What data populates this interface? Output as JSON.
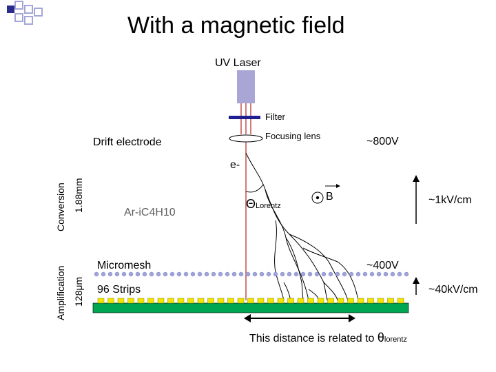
{
  "title": "With a magnetic field",
  "labels": {
    "uv_laser": "UV Laser",
    "filter": "Filter",
    "focusing_lens": "Focusing lens",
    "drift_electrode": "Drift electrode",
    "voltage_drift": "~800V",
    "electron": "e-",
    "b_field": "B",
    "theta_symbol": "Θ",
    "theta_subscript": "Lorentz",
    "field_drift": "~1kV/cm",
    "gas": "Ar-iC4H10",
    "micromesh": "Micromesh",
    "voltage_mesh": "~400V",
    "strips": "96 Strips",
    "field_amp": "~40kV/cm",
    "conversion": "Conversion",
    "conversion_gap": "1.88mm",
    "amplification": "Amplification",
    "amplification_gap": "128μm",
    "distance_note": "This distance is related to ",
    "distance_theta": "θ",
    "distance_sub": "lorentz"
  },
  "colors": {
    "laser_block": "#a9a6d6",
    "laser_beam": "#c0504d",
    "filter_bar": "#1f1f8f",
    "mesh_dots": "#9fa4d8",
    "strip_pads": "#f2e600",
    "board": "#00a651",
    "bullet_dark": "#2b2b8c",
    "bullet_light": "#a3a6d9"
  }
}
